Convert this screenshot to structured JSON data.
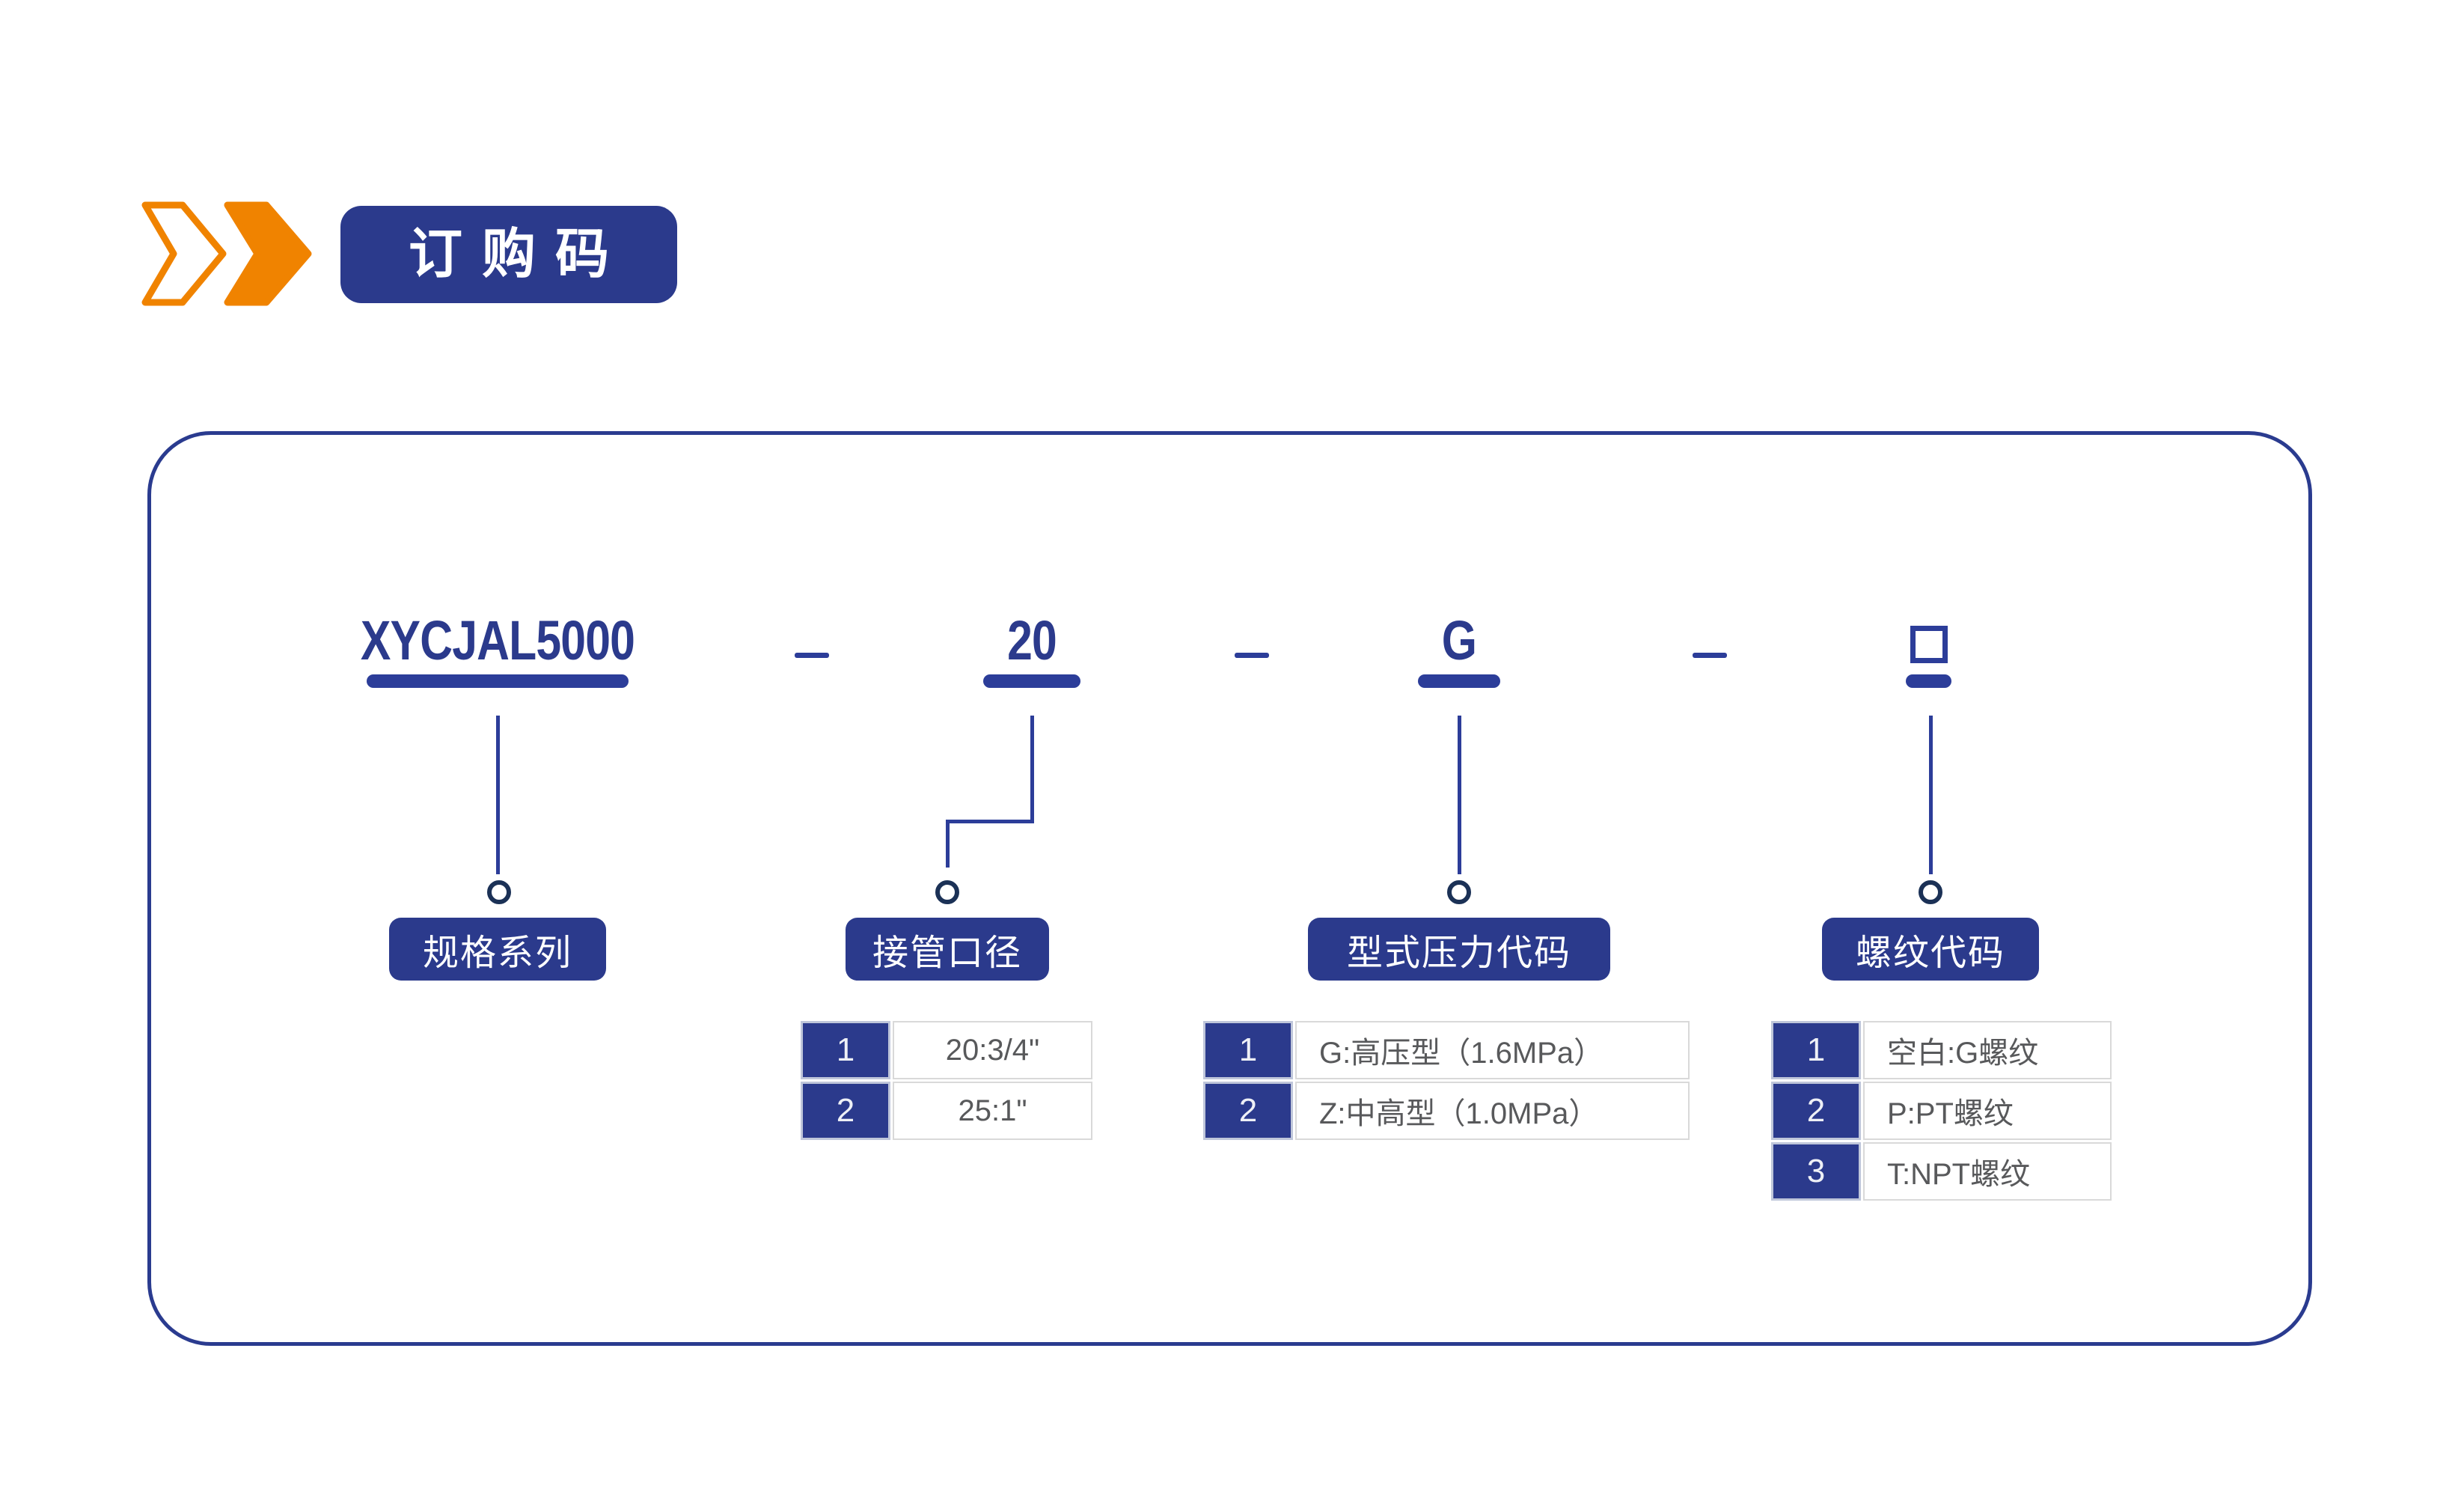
{
  "header": {
    "title": "订购码"
  },
  "order_code": {
    "separator": "—",
    "blank_symbol": "□"
  },
  "columns": [
    {
      "code": "XYCJAL5000",
      "label": "规格系列",
      "options": []
    },
    {
      "code": "20",
      "label": "接管口径",
      "options": [
        {
          "index": "1",
          "value": "20:3/4\""
        },
        {
          "index": "2",
          "value": "25:1\""
        }
      ]
    },
    {
      "code": "G",
      "label": "型式压力代码",
      "options": [
        {
          "index": "1",
          "value": "G:高压型（1.6MPa）"
        },
        {
          "index": "2",
          "value": "Z:中高型（1.0MPa）"
        }
      ]
    },
    {
      "code": "□",
      "label": "螺纹代码",
      "options": [
        {
          "index": "1",
          "value": "空白:G螺纹"
        },
        {
          "index": "2",
          "value": "P:PT螺纹"
        },
        {
          "index": "3",
          "value": "T:NPT螺纹"
        }
      ]
    }
  ],
  "colors": {
    "primary_blue": "#2b3a8c",
    "line_blue": "#2c3d99",
    "circle_navy": "#1b3156",
    "accent_orange": "#f08300",
    "table_text_gray": "#58595b",
    "table_border_gray": "#d9d9d9"
  }
}
